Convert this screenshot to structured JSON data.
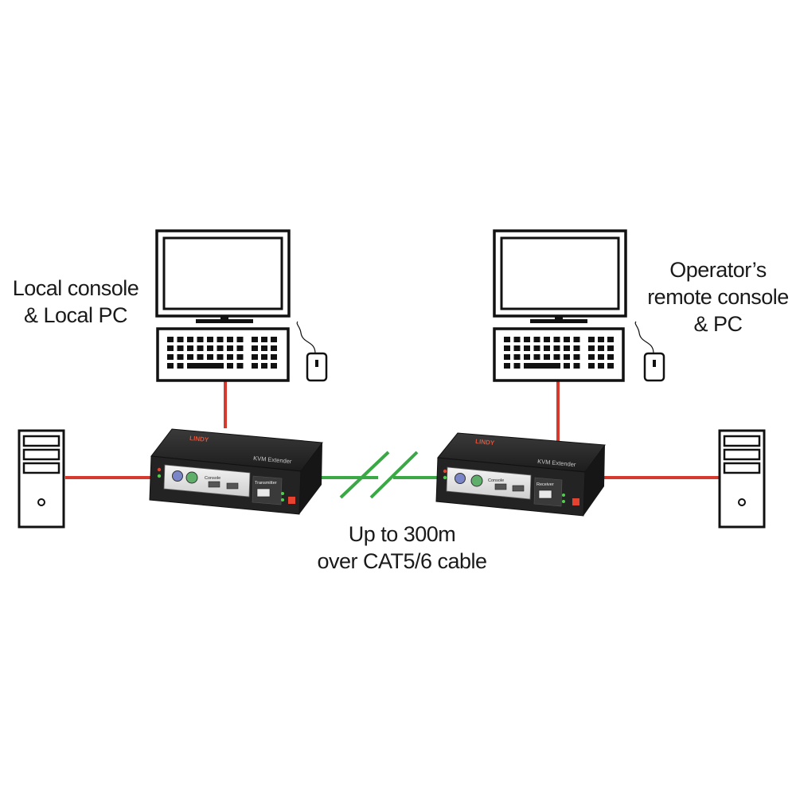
{
  "labels": {
    "local_line1": "Local console",
    "local_line2": "& Local PC",
    "remote_line1": "Operator’s",
    "remote_line2": "remote console",
    "remote_line3": "& PC",
    "cable_line1": "Up to 300m",
    "cable_line2": "over CAT5/6 cable"
  },
  "devices": {
    "brand": "LINDY",
    "model": "KVM Extender",
    "transmitter_label": "Transmitter",
    "receiver_label": "Receiver",
    "console_label": "Console"
  },
  "colors": {
    "pc_cable": "#d63a2f",
    "cat_cable": "#39a845",
    "outline": "#111111",
    "device_body": "#2a2a2a",
    "device_panel": "#e9e9e9"
  }
}
